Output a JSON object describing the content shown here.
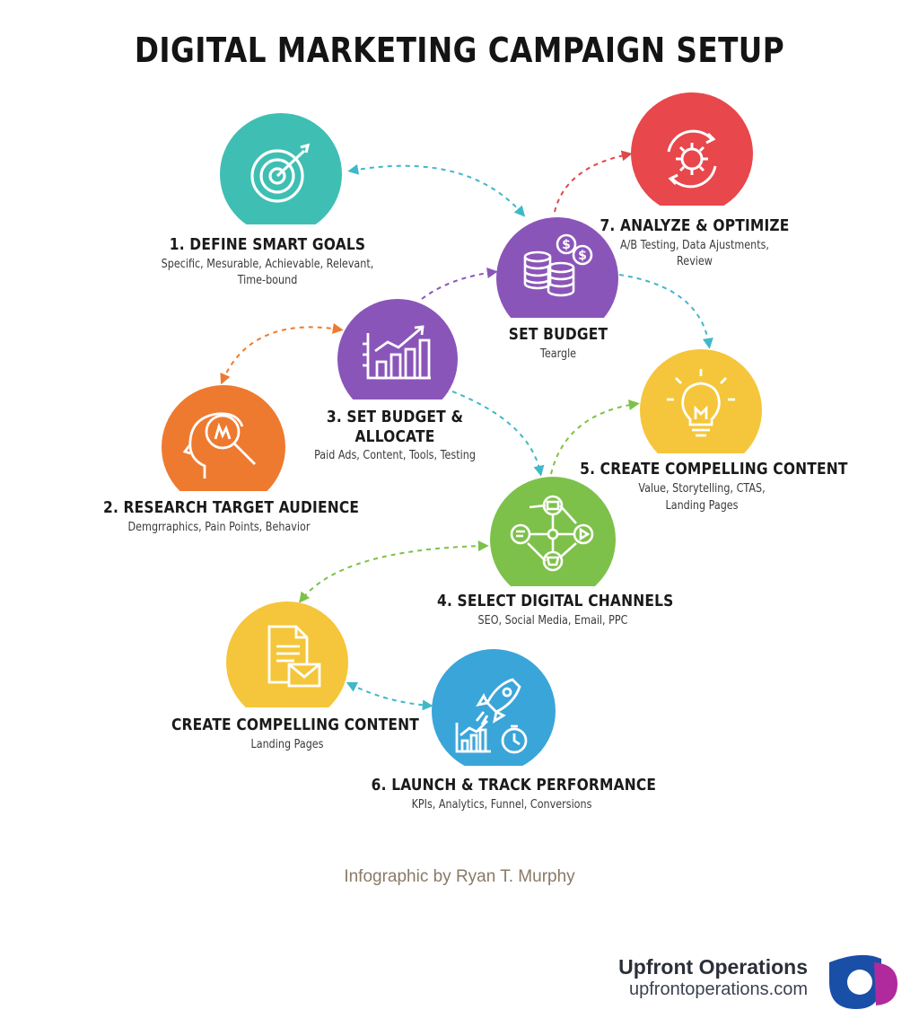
{
  "title": "DIGITAL MARKETING CAMPAIGN SETUP",
  "colors": {
    "teal": "#3fbfb3",
    "red": "#e8474b",
    "purple": "#8a55b8",
    "orange": "#ee7a2f",
    "yellow": "#f5c63b",
    "green": "#7ec14a",
    "blue": "#3aa5d9"
  },
  "steps": {
    "goals": {
      "icon": "target-icon",
      "title": "1. DEFINE SMART GOALS",
      "line1": "Specific, Mesurable, Achievable, Relevant,",
      "line2": "Time-bound"
    },
    "analyze": {
      "icon": "gear-cycle-icon",
      "title": "7. ANALYZE & OPTIMIZE",
      "line1": "A/B Testing, Data Ajustments,",
      "line2": "Review"
    },
    "budget_top": {
      "icon": "coins-icon",
      "title": "SET BUDGET",
      "line1": "Teargle"
    },
    "allocate": {
      "icon": "growth-chart-icon",
      "title_line1": "3. SET BUDGET &",
      "title_line2": "ALLOCATE",
      "line1": "Paid Ads, Content, Tools, Testing"
    },
    "research": {
      "icon": "head-magnifier-icon",
      "title": "2. RESEARCH TARGET AUDIENCE",
      "line1": "Demgrraphics, Pain Points, Behavior"
    },
    "content5": {
      "icon": "lightbulb-icon",
      "title": "5. CREATE COMPELLING CONTENT",
      "line1": "Value, Storytelling, CTAS,",
      "line2": "Landing Pages"
    },
    "channels": {
      "icon": "channel-network-icon",
      "title": "4. SELECT DIGITAL CHANNELS",
      "line1": "SEO, Social Media, Email, PPC"
    },
    "content_doc": {
      "icon": "document-mail-icon",
      "title": "CREATE COMPELLING CONTENT",
      "line1": "Landing Pages"
    },
    "launch": {
      "icon": "rocket-chart-icon",
      "title": "6. LAUNCH & TRACK PERFORMANCE",
      "line1": "KPIs, Analytics, Funnel, Conversions"
    }
  },
  "credit": "Infographic by Ryan T. Murphy",
  "brand": {
    "name": "Upfront Operations",
    "url": "upfrontoperations.com"
  }
}
